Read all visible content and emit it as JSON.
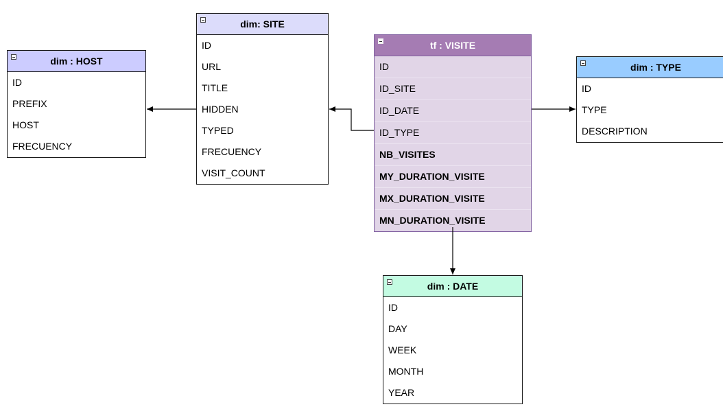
{
  "entities": {
    "host": {
      "title": "dim : HOST",
      "fields": [
        "ID",
        "PREFIX",
        "HOST",
        "FRECUENCY"
      ]
    },
    "site": {
      "title": "dim: SITE",
      "fields": [
        "ID",
        "URL",
        "TITLE",
        "HIDDEN",
        "TYPED",
        "FRECUENCY",
        "VISIT_COUNT"
      ]
    },
    "visite": {
      "title": "tf : VISITE",
      "fields": [
        "ID",
        "ID_SITE",
        "ID_DATE",
        "ID_TYPE"
      ],
      "measures": [
        "NB_VISITES",
        "MY_DURATION_VISITE",
        "MX_DURATION_VISITE",
        "MN_DURATION_VISITE"
      ]
    },
    "type": {
      "title": "dim : TYPE",
      "fields": [
        "ID",
        "TYPE",
        "DESCRIPTION"
      ]
    },
    "date": {
      "title": "dim : DATE",
      "fields": [
        "ID",
        "DAY",
        "WEEK",
        "MONTH",
        "YEAR"
      ]
    }
  },
  "colors": {
    "host_header": "#ccccff",
    "site_header": "#dcdcfb",
    "visite_header": "#a57cb3",
    "visite_body": "#e1d5e7",
    "type_header": "#99ccff",
    "date_header": "#c3fbe2"
  }
}
